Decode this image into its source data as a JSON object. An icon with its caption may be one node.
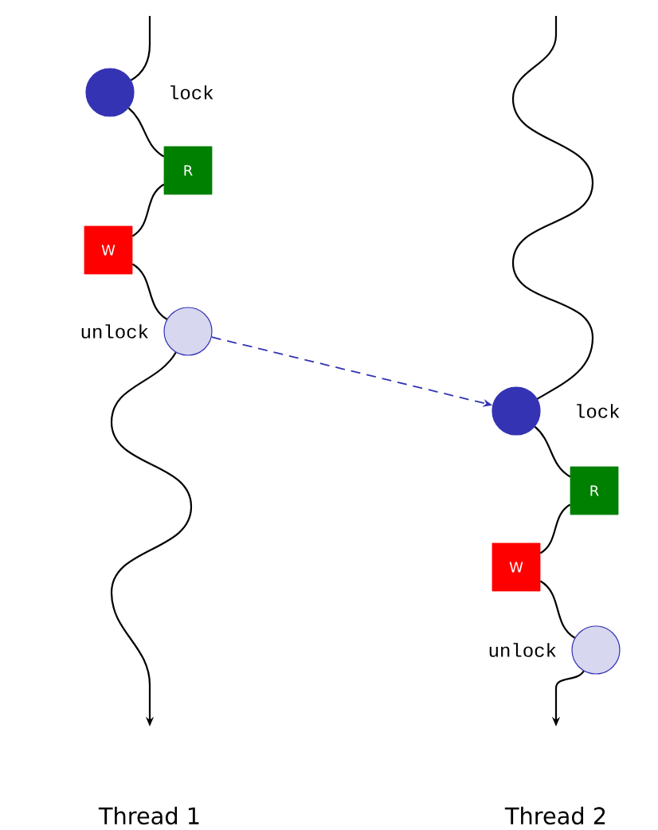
{
  "diagram": {
    "nodes": [
      {
        "text": [],
        "shape": "circle",
        "beside": [
          "lock"
        ]
      },
      {
        "text": [
          "R"
        ]
      },
      {
        "text": [
          "W"
        ]
      },
      {
        "text": [],
        "shape": "circle",
        "beside": [
          "unlock"
        ]
      },
      {
        "text": [],
        "shape": "circle",
        "beside": [
          "lock"
        ]
      },
      {
        "text": [
          "R"
        ]
      },
      {
        "text": [
          "W"
        ]
      },
      {
        "text": [],
        "shape": "circle",
        "beside": [
          "unlock"
        ]
      }
    ],
    "edges": [
      {
        "from": null,
        "to": 0,
        "arrow": "none"
      },
      {
        "from": 0,
        "to": 1,
        "arrow": "none"
      },
      {
        "from": 1,
        "to": 2,
        "arrow": "none"
      },
      {
        "from": 2,
        "to": 3,
        "arrow": "none"
      },
      {
        "from": 3,
        "to": null,
        "arrow": "to"
      },
      {
        "from": 3,
        "to": 4,
        "arrow": "to",
        "style": "dashed",
        "color": "#3333b3"
      },
      {
        "from": null,
        "to": 4,
        "arrow": "none"
      },
      {
        "from": 4,
        "to": 5,
        "arrow": "none"
      },
      {
        "from": 5,
        "to": 6,
        "arrow": "none"
      },
      {
        "from": 6,
        "to": 7,
        "arrow": "none"
      },
      {
        "from": 7,
        "to": null,
        "arrow": "to"
      }
    ],
    "labels": [
      "Thread 1",
      "Thread 2"
    ]
  }
}
